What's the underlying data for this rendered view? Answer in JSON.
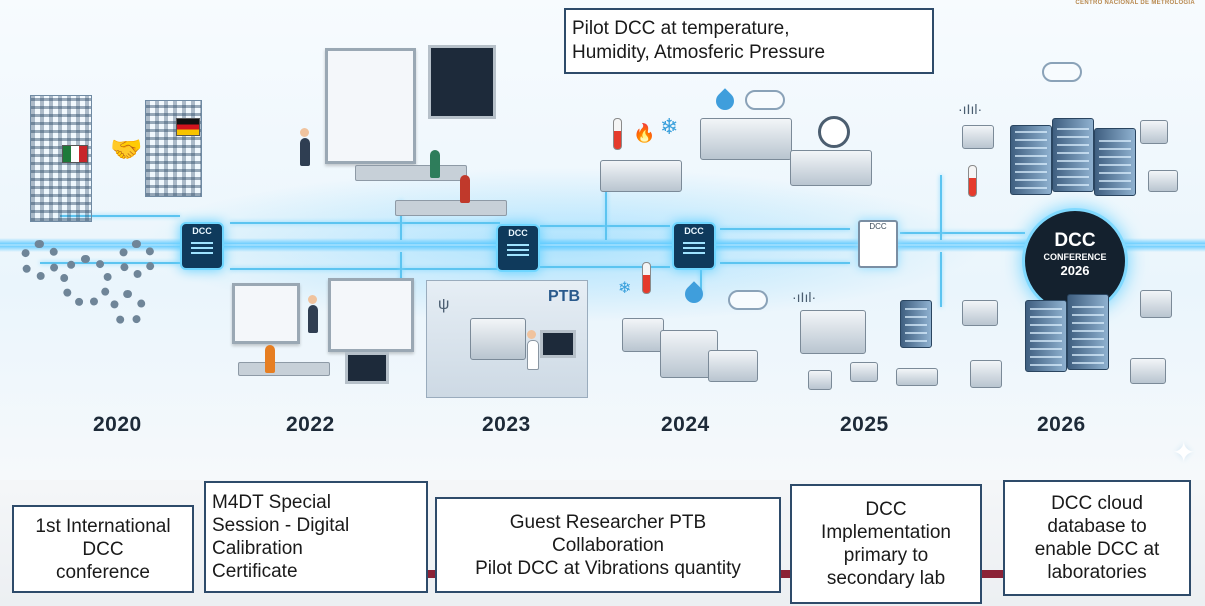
{
  "header": {
    "logo_text": "CENTRO NACIONAL DE METROLOGÍA",
    "pilot_box": "Pilot DCC at temperature,\nHumidity, Atmosferic Pressure"
  },
  "chips": {
    "dcc_label": "DCC"
  },
  "seal": {
    "line1": "DCC",
    "line2": "CONFERENCE",
    "line3": "2026"
  },
  "lab_sign": "PTB",
  "years": [
    "2020",
    "2022",
    "2023",
    "2024",
    "2025",
    "2026"
  ],
  "milestones": [
    "1st International\nDCC\nconference",
    "M4DT Special\nSession - Digital\nCalibration\nCertificate",
    "Guest Researcher PTB\nCollaboration\nPilot DCC at Vibrations quantity",
    "DCC\nImplementation\nprimary to\nsecondary lab",
    "DCC cloud\ndatabase to\nenable DCC at\nlaboratories"
  ],
  "colors": {
    "beam": "#5cc4f0",
    "connector": "#8b2236",
    "box_border": "#2e4b6a",
    "seal_bg": "#14212e"
  }
}
